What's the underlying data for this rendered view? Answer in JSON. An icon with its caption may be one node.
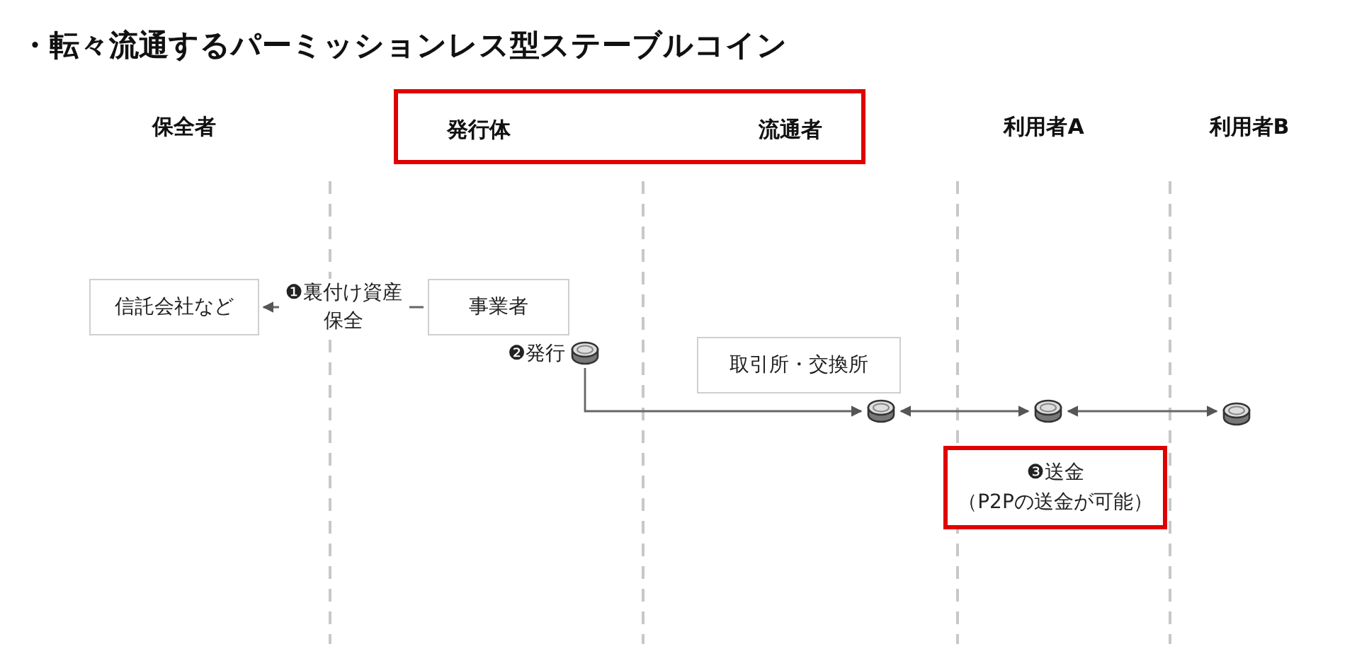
{
  "diagram": {
    "title": "・転々流通するパーミッションレス型ステーブルコイン",
    "nodes": [
      {
        "text": [
          "発行体",
          "流通者"
        ]
      },
      {
        "text": [
          "信託会社など"
        ]
      },
      {
        "text": [
          "事業者"
        ]
      },
      {
        "text": [],
        "shape": "coin",
        "beside": [
          "❷発行"
        ]
      },
      {
        "text": [
          "取引所・交換所"
        ]
      },
      {
        "text": [],
        "shape": "coin"
      },
      {
        "text": [],
        "shape": "coin"
      },
      {
        "text": [],
        "shape": "coin"
      },
      {
        "text": [
          "❸送金",
          "（P2Pの送金が可能）"
        ]
      }
    ],
    "edges": [
      {
        "from": 2,
        "to": 1,
        "arrow": "to",
        "label": "❶裏付け資産保全"
      },
      {
        "from": 3,
        "to": 5,
        "arrow": "to"
      },
      {
        "from": 5,
        "to": 6,
        "arrow": "both"
      },
      {
        "from": 6,
        "to": 7,
        "arrow": "both"
      }
    ],
    "labels": [
      "保全者",
      "利用者A",
      "利用者B"
    ]
  }
}
